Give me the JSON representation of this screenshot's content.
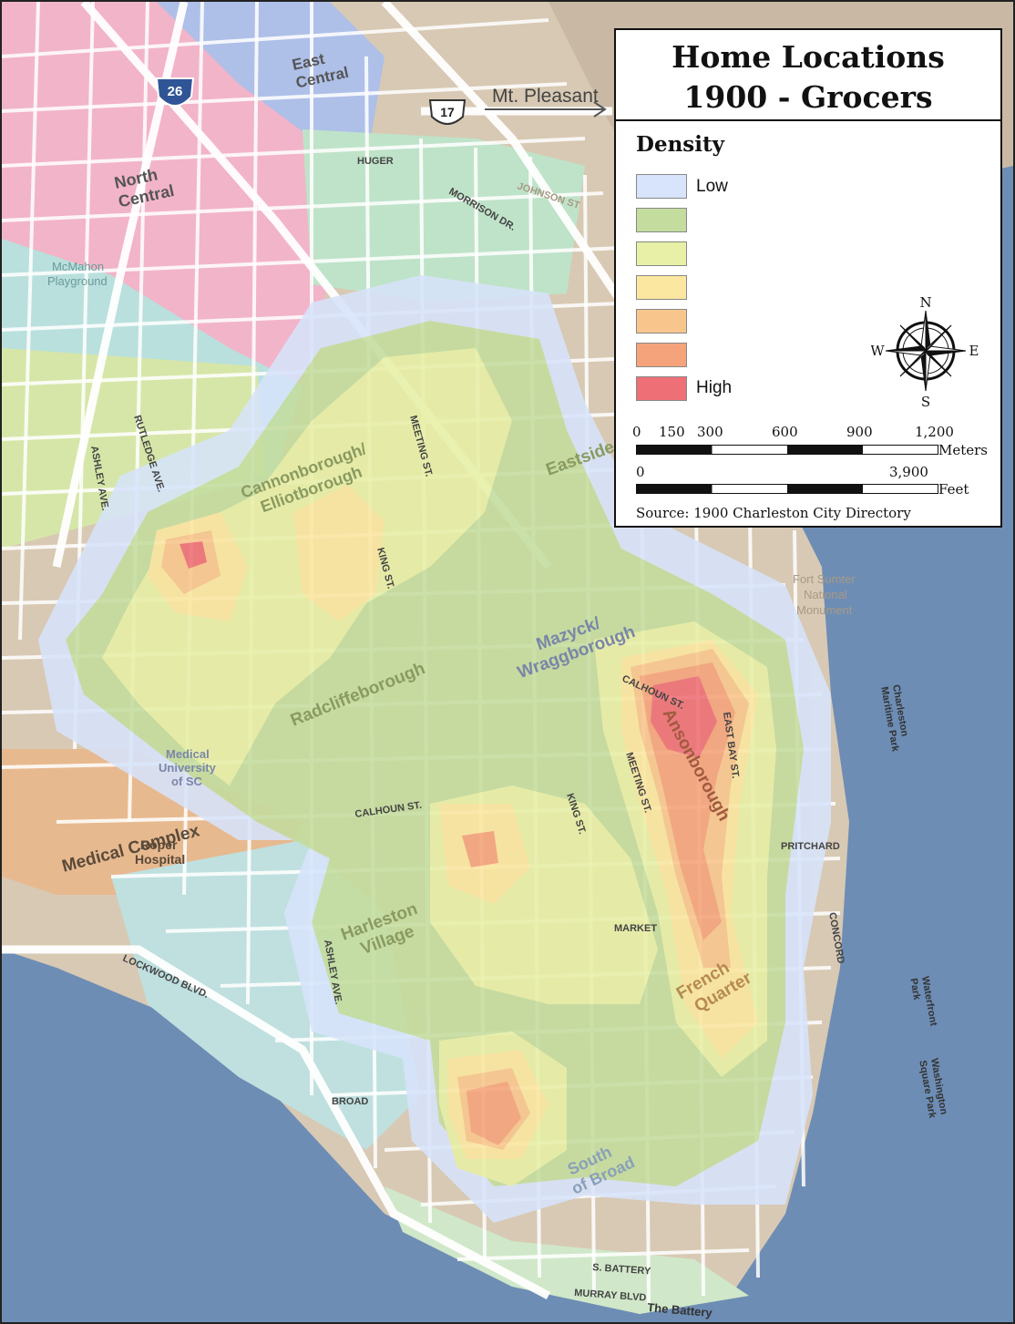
{
  "legend": {
    "title_line1": "Home Locations",
    "title_line2": "1900 - Grocers",
    "density_heading": "Density",
    "low_label": "Low",
    "high_label": "High",
    "classes": [
      "#d7e4fb",
      "#c4dd9e",
      "#e7f0a6",
      "#fbe7a0",
      "#f8c68d",
      "#f5a37a",
      "#ee6f75"
    ],
    "meters_ticks": [
      "0",
      "150",
      "300",
      "600",
      "900",
      "1,200"
    ],
    "meters_unit": "Meters",
    "feet_ticks": [
      "0",
      "3,900"
    ],
    "feet_unit": "Feet",
    "source": "Source: 1900 Charleston City Directory"
  },
  "compass": {
    "n": "N",
    "s": "S",
    "e": "E",
    "w": "W"
  },
  "map_labels": {
    "east_central": "East\nCentral",
    "north_central": "North\nCentral",
    "mt_pleasant": "Mt. Pleasant",
    "route_26": "26",
    "route_17": "17",
    "cannonborough": "Cannonborough/\nElliotborough",
    "radcliffeborough": "Radcliffeborough",
    "mazyck": "Mazyck/\nWraggborough",
    "ansonborough": "Ansonborough",
    "eastside": "Eastside",
    "harleston": "Harleston\nVillage",
    "french_quarter": "French\nQuarter",
    "south_of_broad": "South\nof Broad",
    "medical_complex": "Medical Complex",
    "roper_hospital": "Roper\nHospital",
    "musc": "Medical\nUniversity\nof SC",
    "mcmahon": "McMahon\nPlayground",
    "the_battery": "The Battery",
    "fort_sumter": "Fort Sumter\nNational\nMonument",
    "waterfront_park": "Waterfront\nPark",
    "washington_park": "Washington\nSquare Park",
    "maritime_park": "Charleston\nMaritime Park",
    "streets": {
      "king": "KING ST.",
      "meeting": "MEETING ST.",
      "rutledge": "RUTLEDGE AVE.",
      "ashley": "ASHLEY AVE.",
      "east_bay": "EAST BAY ST.",
      "calhoun": "CALHOUN ST.",
      "lockwood": "LOCKWOOD BLVD.",
      "morrison": "MORRISON DR.",
      "johnson": "JOHNSON ST",
      "broad": "BROAD",
      "market": "MARKET",
      "huger": "HUGER",
      "pritchard": "PRITCHARD",
      "concord": "CONCORD",
      "s_battery": "S. BATTERY",
      "murray": "MURRAY BLVD"
    }
  }
}
